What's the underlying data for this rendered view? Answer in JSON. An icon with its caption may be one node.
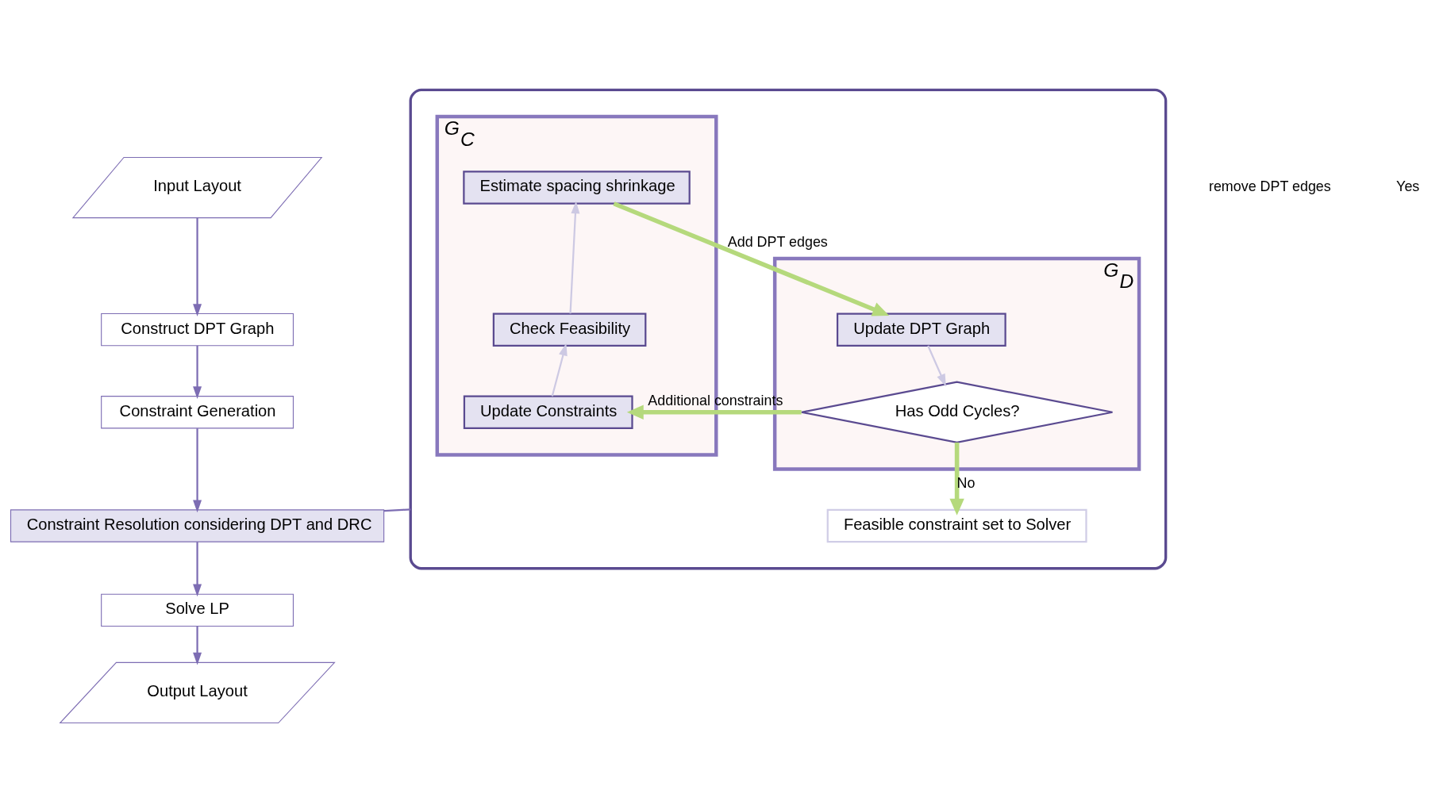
{
  "diagram": {
    "nodes": [
      {
        "text": [
          "Input Layout"
        ]
      },
      {
        "text": [
          "Construct DPT Graph"
        ]
      },
      {
        "text": [
          "Constraint Generation"
        ]
      },
      {
        "text": [
          "Constraint Resolution considering DPT and DRC"
        ]
      },
      {
        "text": [
          "Solve LP"
        ]
      },
      {
        "text": [
          "Output Layout"
        ]
      },
      {
        "text": [],
        "shape": "box"
      },
      {
        "text": [
          "G$_{C}$"
        ],
        "in": 6
      },
      {
        "text": [
          "Estimate spacing shrinkage"
        ],
        "in": 7
      },
      {
        "text": [
          "Check Feasibility"
        ],
        "in": 7
      },
      {
        "text": [
          "Update Constraints"
        ],
        "in": 7
      },
      {
        "text": [
          "G$_{D}$"
        ],
        "in": 6
      },
      {
        "text": [
          "Update DPT Graph"
        ],
        "in": 11
      },
      {
        "text": [
          "Has Odd Cycles?"
        ],
        "in": 11
      },
      {
        "text": [
          "Feasible constraint set to Solver"
        ],
        "in": 6
      }
    ],
    "edges": [
      {
        "from": 0,
        "to": 1,
        "arrow": "to"
      },
      {
        "from": 1,
        "to": 2,
        "arrow": "to"
      },
      {
        "from": 2,
        "to": 3,
        "arrow": "to"
      },
      {
        "from": 3,
        "to": 4,
        "arrow": "to"
      },
      {
        "from": 4,
        "to": 5,
        "arrow": "to"
      },
      {
        "from": 3,
        "to": 6,
        "arrow": "none"
      },
      {
        "from": 10,
        "to": 9,
        "arrow": "to",
        "color": "#cdc9e3"
      },
      {
        "from": 9,
        "to": 8,
        "arrow": "to",
        "color": "#cdc9e3"
      },
      {
        "from": 12,
        "to": 13,
        "arrow": "to",
        "color": "#cdc9e3"
      },
      {
        "from": 8,
        "to": 12,
        "arrow": "to",
        "label": "Add DPT edges",
        "style": "thick",
        "color": "#b5d97c"
      },
      {
        "from": 13,
        "to": 10,
        "arrow": "to",
        "label": "Additional constraints",
        "style": "thick",
        "color": "#b5d97c"
      },
      {
        "from": 13,
        "to": 14,
        "arrow": "to",
        "label": "No",
        "style": "thick",
        "color": "#b5d97c"
      }
    ],
    "labels": [
      "remove DPT edges",
      "Yes"
    ]
  }
}
